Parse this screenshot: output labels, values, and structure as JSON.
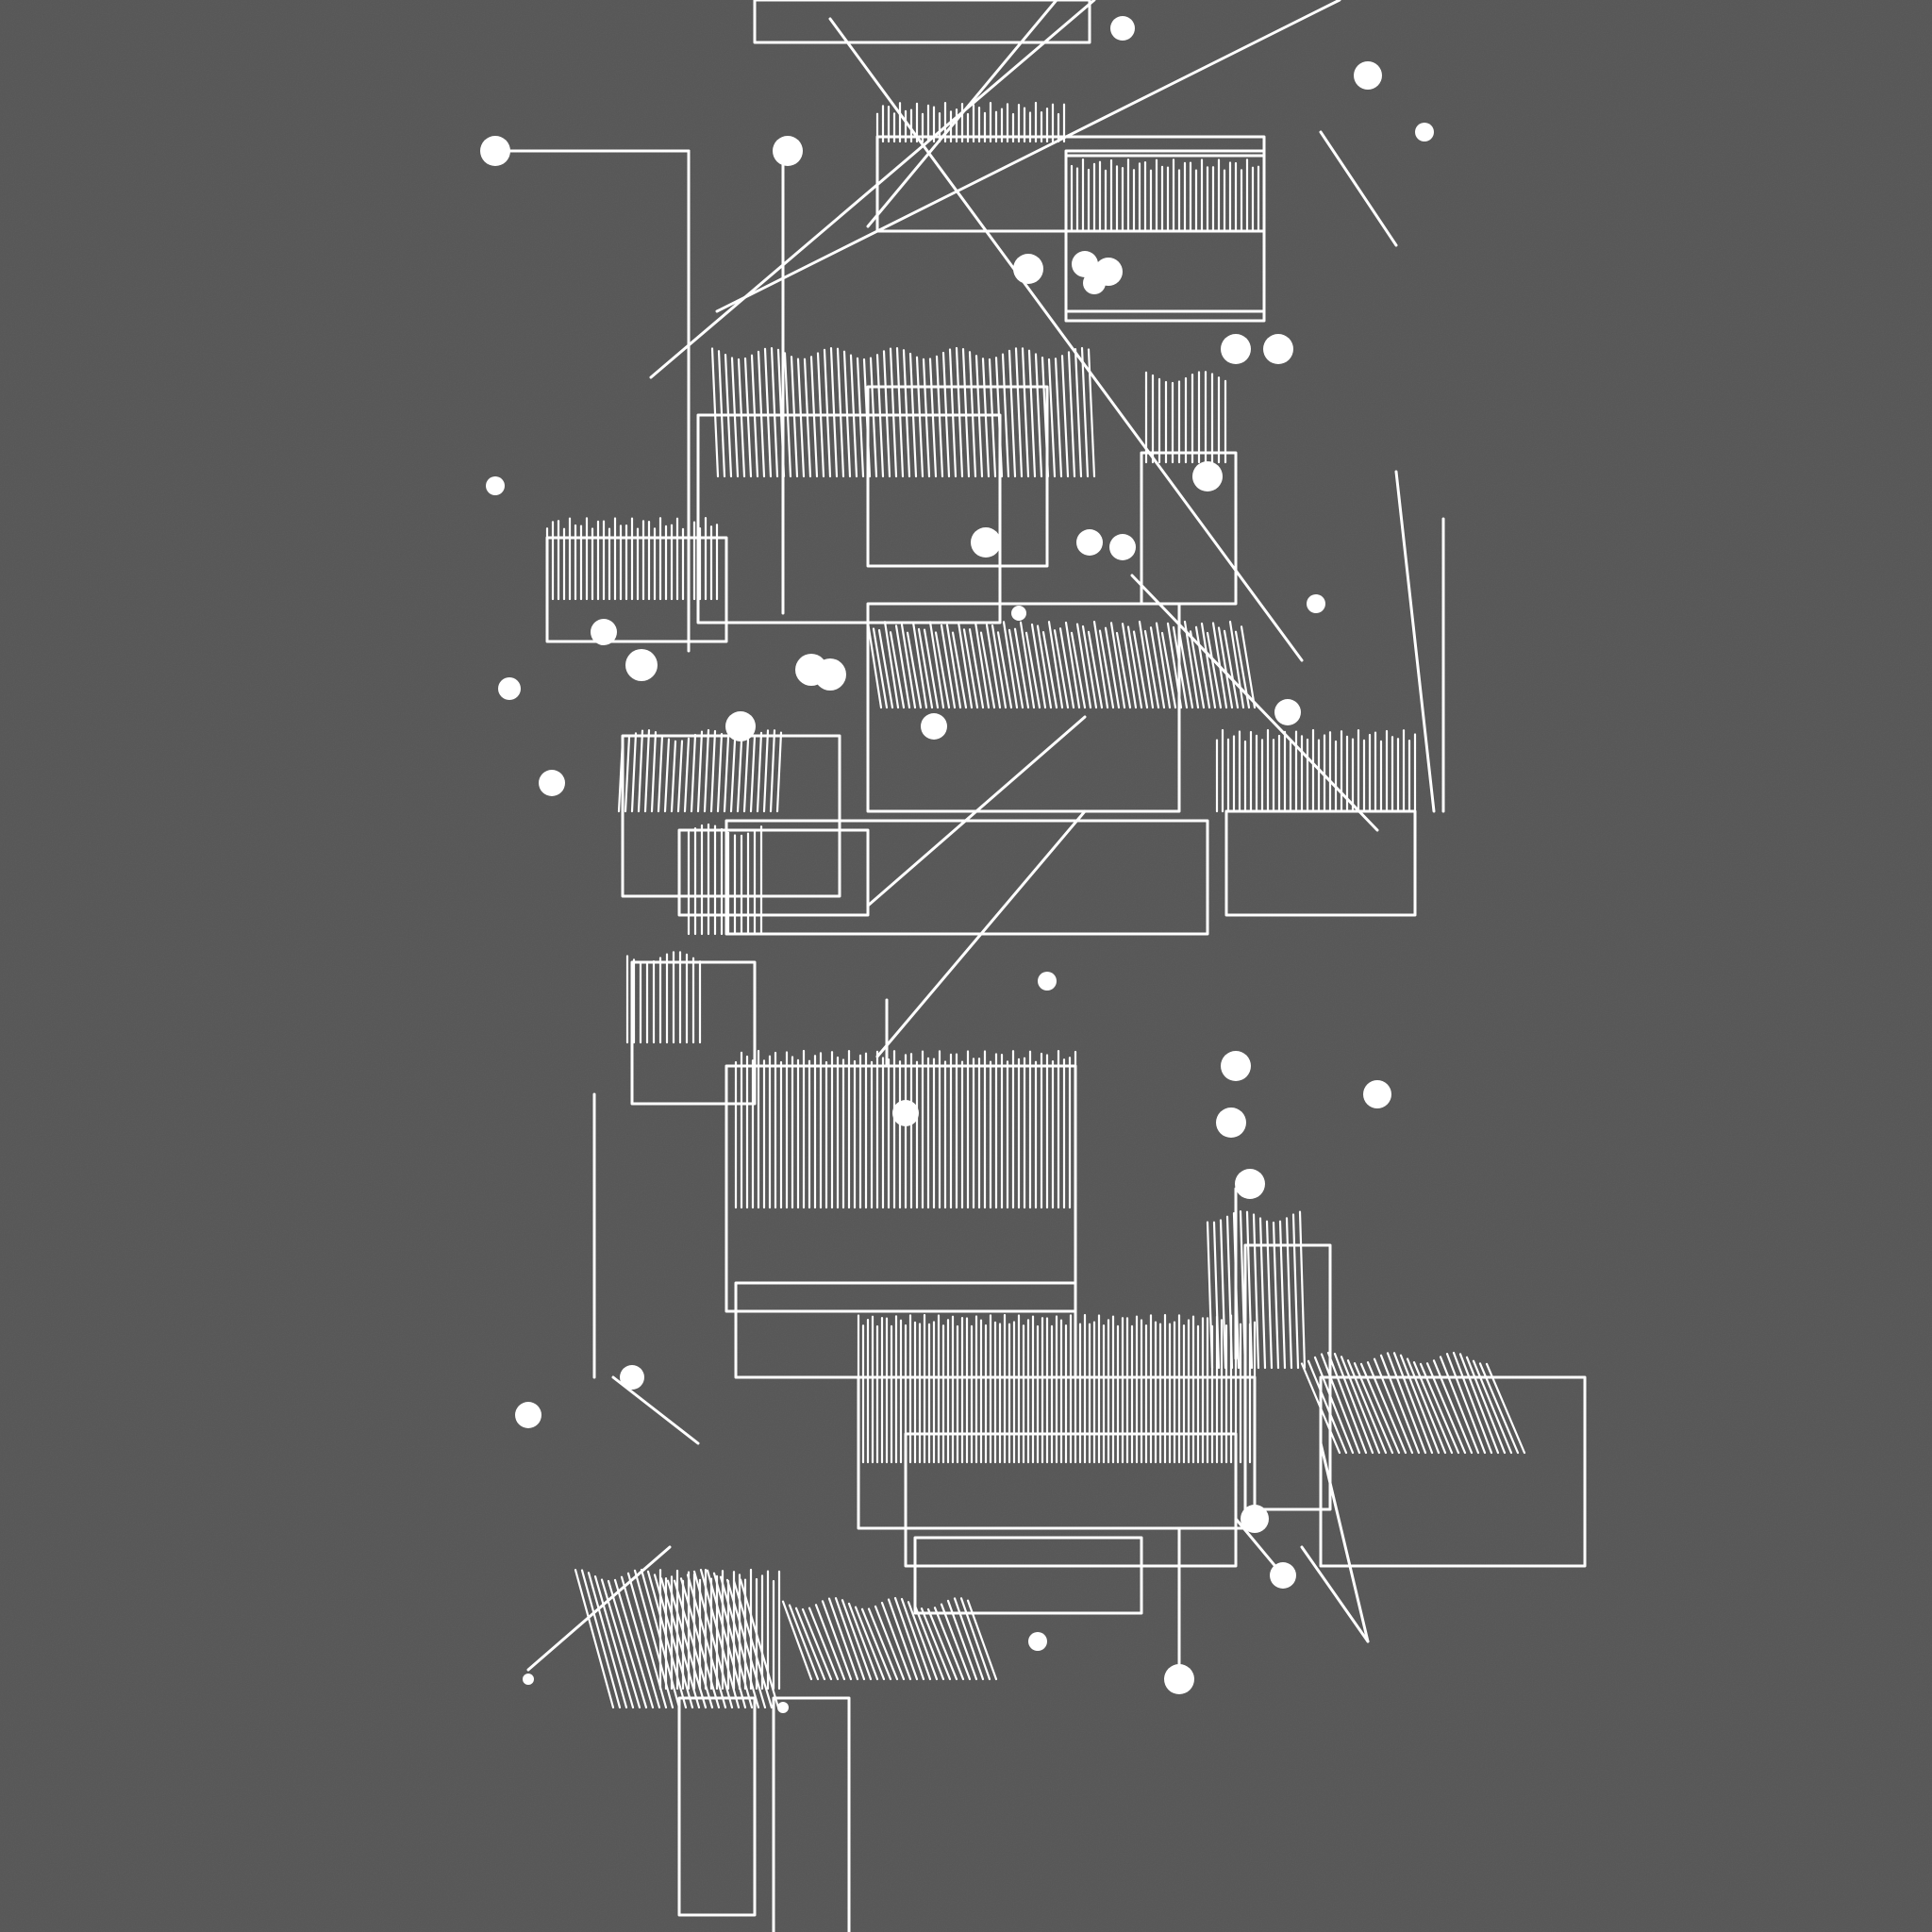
{
  "palette": {
    "background": "#4a4a4a",
    "background_light": "#5a5a5a",
    "background_dark": "#3a3a3a",
    "ink": "#ffffff"
  },
  "artwork": {
    "style": "white-line-ink-on-dark-felt",
    "elements": [
      "rectangle-frame",
      "hatch-block",
      "connector-line",
      "node-dot"
    ]
  }
}
